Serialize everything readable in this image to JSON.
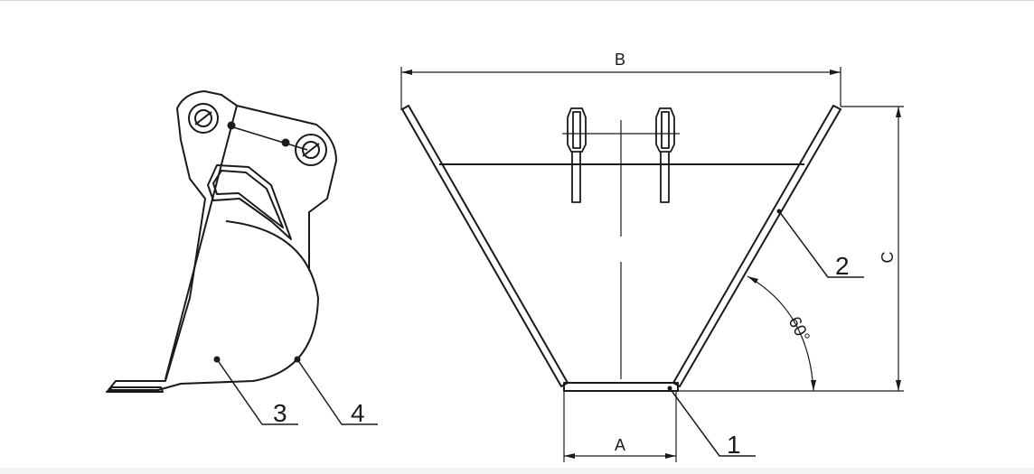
{
  "diagram": {
    "side_view": {
      "callouts": [
        {
          "number": "3",
          "part": "bucket body"
        },
        {
          "number": "4",
          "part": "bucket shell"
        }
      ]
    },
    "front_view": {
      "dimensions": {
        "width_top": "B",
        "width_bottom": "A",
        "height": "C"
      },
      "angle": "60°",
      "callouts": [
        {
          "number": "1",
          "part": "bottom plate"
        },
        {
          "number": "2",
          "part": "side plate"
        }
      ]
    },
    "colors": {
      "line": "#1a1a1a",
      "background": "#ffffff"
    }
  }
}
